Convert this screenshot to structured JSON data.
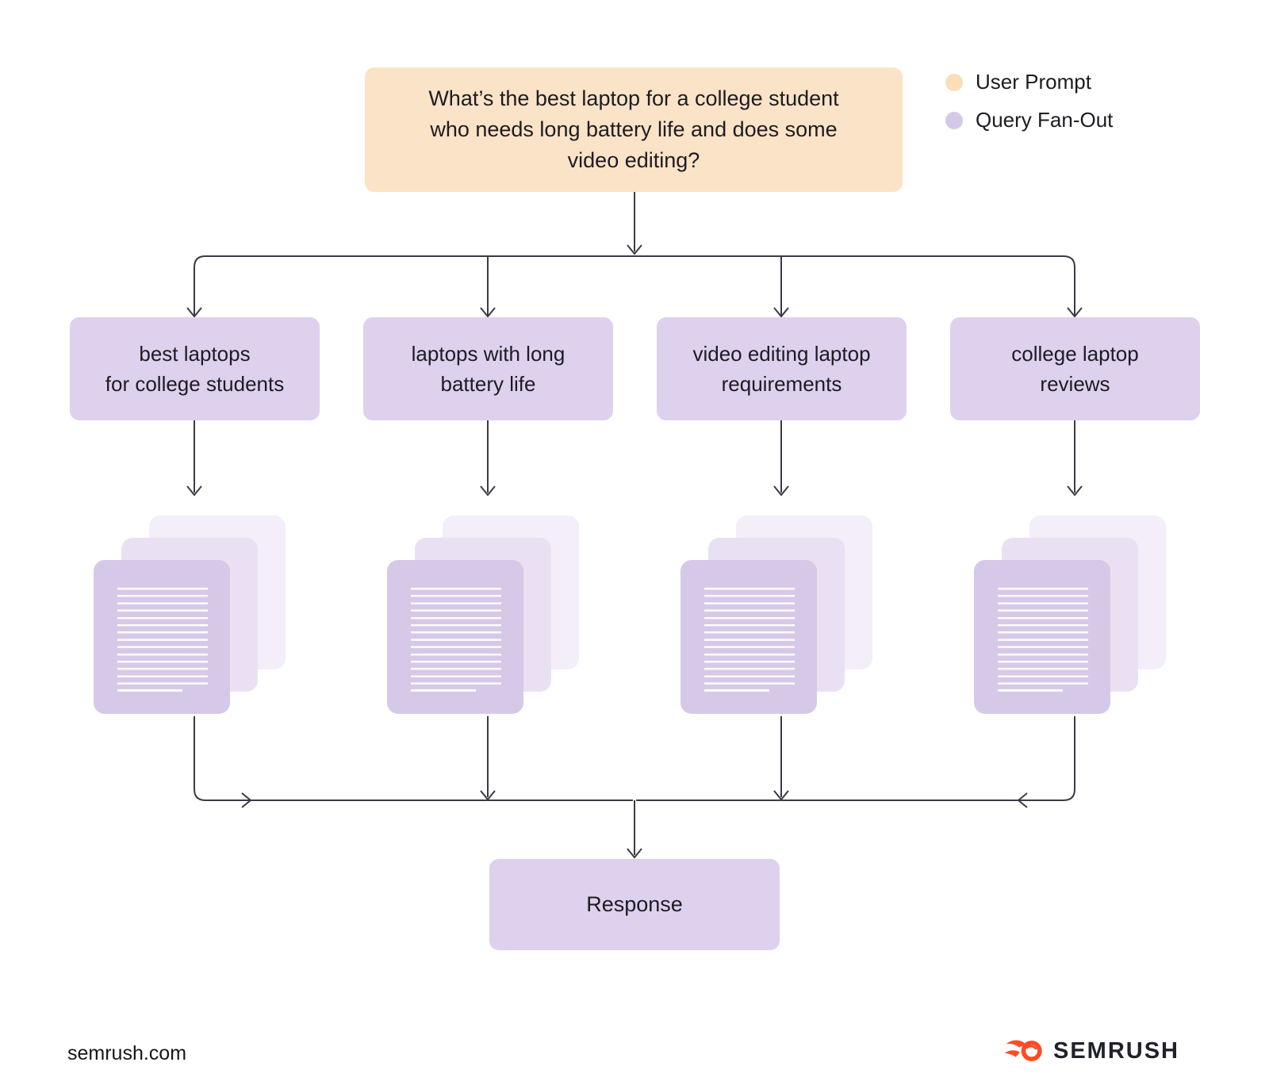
{
  "prompt": {
    "line1": "What’s the best laptop for a college student",
    "line2": "who needs long battery life and does some",
    "line3": "video editing?"
  },
  "legend": {
    "user_prompt": "User Prompt",
    "query_fanout": "Query Fan-Out"
  },
  "queries": [
    {
      "line1": "best laptops",
      "line2": "for college students"
    },
    {
      "line1": "laptops with long",
      "line2": "battery life"
    },
    {
      "line1": "video editing laptop",
      "line2": "requirements"
    },
    {
      "line1": "college laptop",
      "line2": "reviews"
    }
  ],
  "response": {
    "label": "Response"
  },
  "footer": {
    "site": "semrush.com",
    "brand": "SEMRUSH"
  },
  "colors": {
    "user_prompt": "#FBE3C7",
    "user_prompt_dot": "#FBDDB6",
    "query_fanout": "#DDD1EE",
    "query_fanout_dot": "#D3C8E8",
    "doc_front": "#D6C9E8",
    "doc_mid": "#E9E1F3",
    "doc_back": "#F3EEF9",
    "arrow": "#3C3A45",
    "text": "#1C1C21",
    "brand_orange": "#FF4C24",
    "brand_text": "#20212A"
  }
}
